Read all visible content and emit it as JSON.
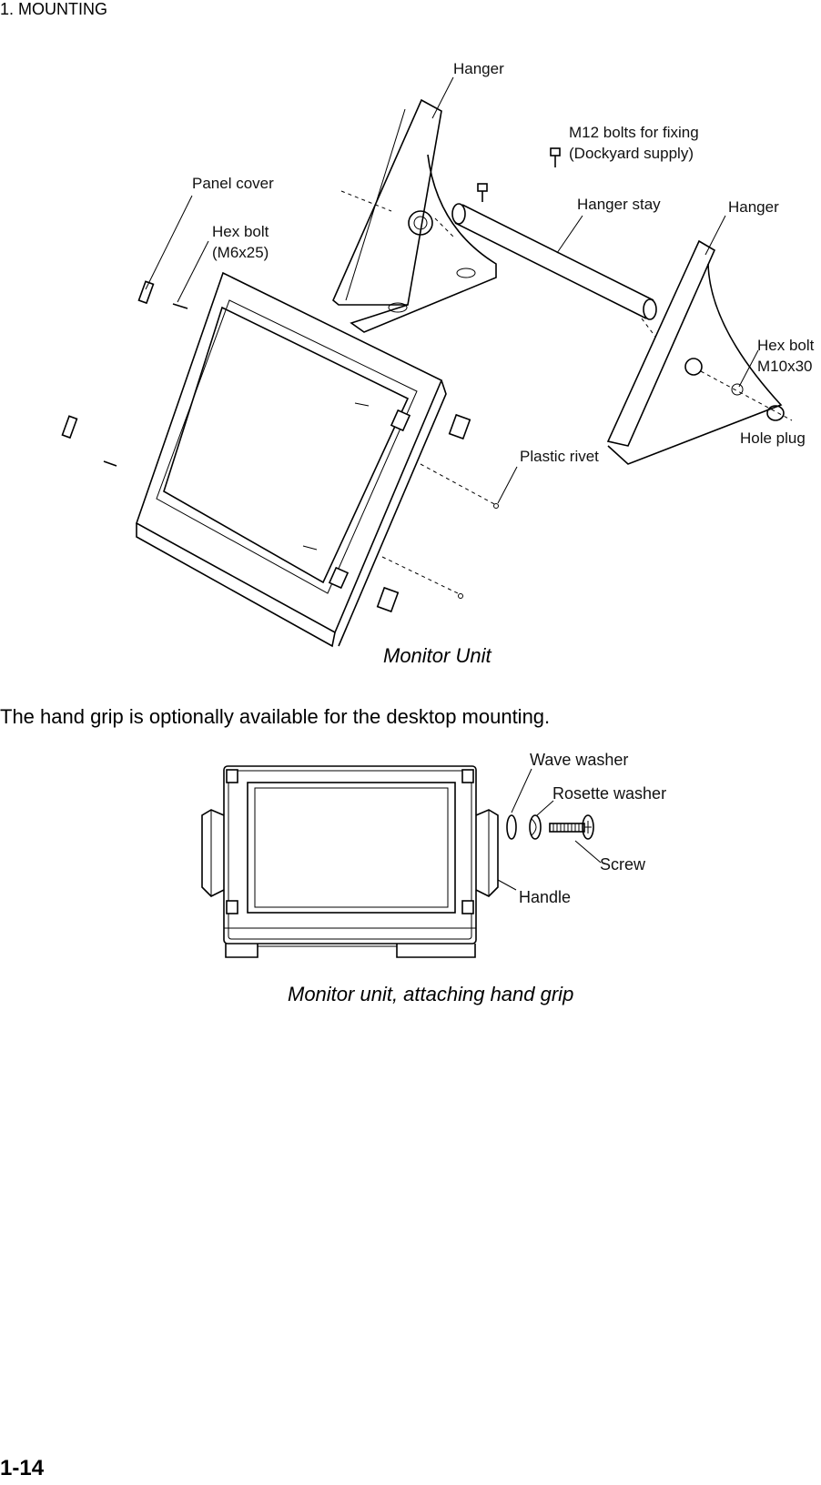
{
  "header": {
    "section": "1. MOUNTING"
  },
  "figure1": {
    "labels": {
      "hanger_top": "Hanger",
      "m12_bolts_line1": "M12 bolts for fixing",
      "m12_bolts_line2": "(Dockyard supply)",
      "panel_cover": "Panel cover",
      "hanger_stay": "Hanger stay",
      "hanger_right": "Hanger",
      "hex_bolt_m6_line1": "Hex bolt",
      "hex_bolt_m6_line2": "(M6x25)",
      "hex_bolt_m10_line1": "Hex bolt",
      "hex_bolt_m10_line2": "M10x30",
      "hole_plug": "Hole plug",
      "plastic_rivet": "Plastic rivet"
    },
    "caption": "Monitor Unit"
  },
  "paragraph": "The hand grip is optionally available for the desktop mounting.",
  "figure2": {
    "labels": {
      "wave_washer": "Wave washer",
      "rosette_washer": "Rosette washer",
      "screw": "Screw",
      "handle": "Handle"
    },
    "caption": "Monitor unit, attaching hand grip"
  },
  "footer": {
    "page_number": "1-14"
  }
}
